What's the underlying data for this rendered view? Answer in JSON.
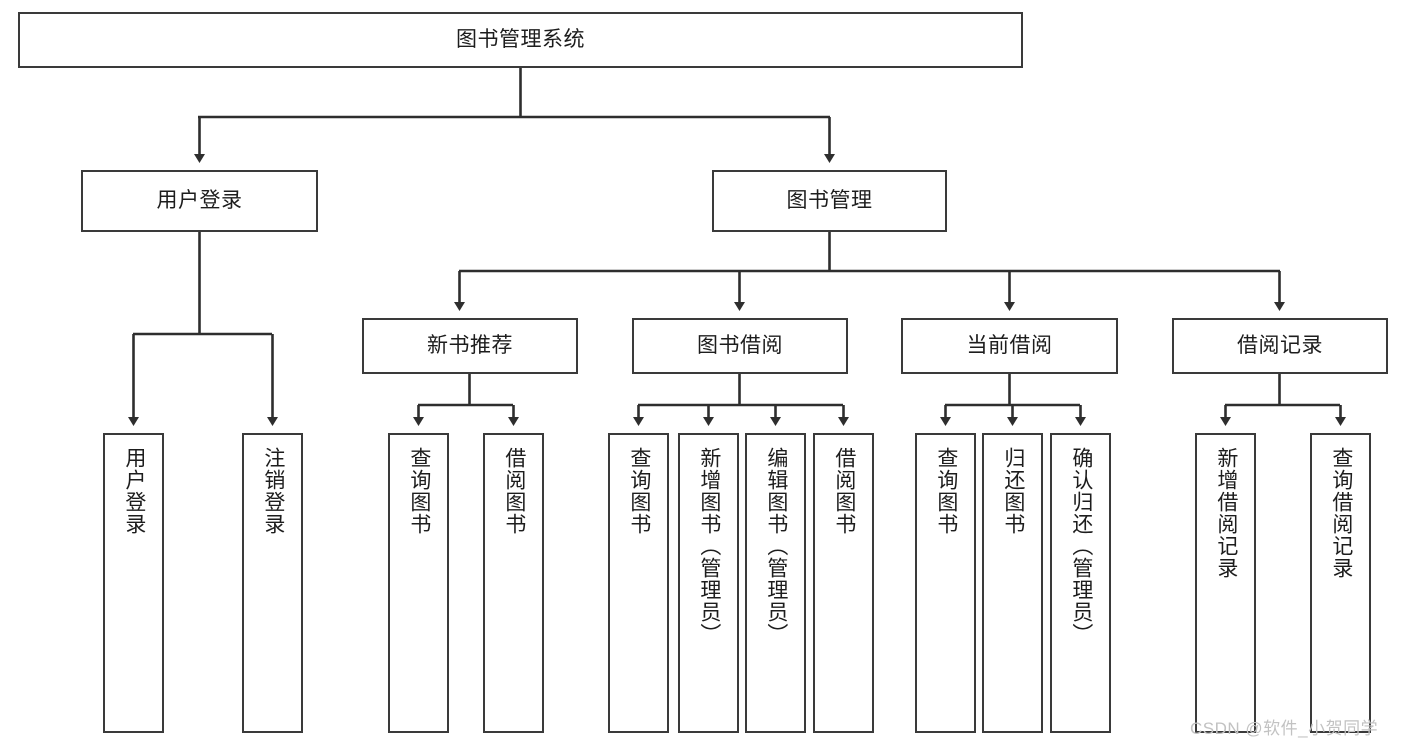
{
  "diagram": {
    "title": "图书管理系统",
    "type": "tree-hierarchy-chart",
    "watermark": "CSDN @软件_小贺同学",
    "colors": {
      "border": "#3a3a3a",
      "background": "#ffffff",
      "text": "#1d1d1d",
      "connector": "#2e2e2e",
      "watermark": "#c2c2c2"
    },
    "nodes": {
      "root": {
        "label": "图书管理系统"
      },
      "level2": [
        {
          "id": "user-login",
          "label": "用户登录"
        },
        {
          "id": "book-manage",
          "label": "图书管理"
        }
      ],
      "level3": [
        {
          "id": "new-book-recommend",
          "label": "新书推荐"
        },
        {
          "id": "book-borrow",
          "label": "图书借阅"
        },
        {
          "id": "current-borrow",
          "label": "当前借阅"
        },
        {
          "id": "borrow-record",
          "label": "借阅记录"
        }
      ],
      "leaves": {
        "user_login": [
          {
            "id": "leaf-user-login",
            "label": "用户登录"
          },
          {
            "id": "leaf-logout-login",
            "label": "注销登录"
          }
        ],
        "new_book_recommend": [
          {
            "id": "leaf-query-book-1",
            "label": "查询图书"
          },
          {
            "id": "leaf-borrow-book-1",
            "label": "借阅图书"
          }
        ],
        "book_borrow": [
          {
            "id": "leaf-query-book-2",
            "label": "查询图书"
          },
          {
            "id": "leaf-add-book",
            "label": "新增图书（管理员）"
          },
          {
            "id": "leaf-edit-book",
            "label": "编辑图书（管理员）"
          },
          {
            "id": "leaf-borrow-book-2",
            "label": "借阅图书"
          }
        ],
        "current_borrow": [
          {
            "id": "leaf-query-book-3",
            "label": "查询图书"
          },
          {
            "id": "leaf-return-book",
            "label": "归还图书"
          },
          {
            "id": "leaf-confirm-return",
            "label": "确认归还（管理员）"
          }
        ],
        "borrow_record": [
          {
            "id": "leaf-add-borrow-record",
            "label": "新增借阅记录"
          },
          {
            "id": "leaf-query-borrow-record",
            "label": "查询借阅记录"
          }
        ]
      }
    }
  }
}
